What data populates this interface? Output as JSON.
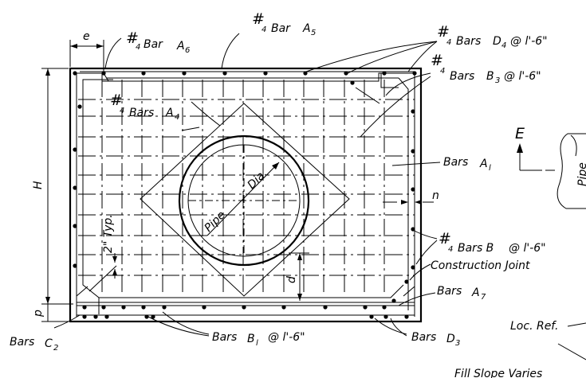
{
  "labels": {
    "bar_a6": {
      "pre": "#",
      "sub": "4",
      "text": "Bar",
      "name": "A",
      "name_sub": "6"
    },
    "bar_a5": {
      "pre": "#",
      "sub": "4",
      "text": "Bar",
      "name": "A",
      "name_sub": "5"
    },
    "bars_d4": {
      "pre": "#",
      "sub": "4",
      "text": "Bars",
      "name": "D",
      "name_sub": "4",
      "spacing": "@ l'-6\""
    },
    "bars_b3": {
      "pre": "#",
      "sub": "4",
      "text": "Bars",
      "name": "B",
      "name_sub": "3",
      "spacing": "@ l'-6\""
    },
    "bars_a4": {
      "pre": "#",
      "sub": "4",
      "text": "Bars",
      "name": "A",
      "name_sub": "4"
    },
    "bars_a1": {
      "text": "Bars",
      "name": "A",
      "name_sub": "l"
    },
    "bars_b": {
      "pre": "#",
      "sub": "4",
      "text": "Bars B",
      "spacing": "@ l'-6\""
    },
    "construction_joint": "Construction Joint",
    "bars_a7": {
      "text": "Bars",
      "name": "A",
      "name_sub": "7"
    },
    "bars_c2": {
      "text": "Bars",
      "name": "C",
      "name_sub": "2"
    },
    "bars_b1": {
      "text": "Bars",
      "name": "B",
      "name_sub": "l",
      "spacing": "@ l'-6\""
    },
    "bars_d3": {
      "text": "Bars",
      "name": "D",
      "name_sub": "3"
    },
    "pipe": "Pipe",
    "dia": "Dia.",
    "pipe_side": "Pipe",
    "dim_e": "e",
    "dim_h": "H",
    "dim_n": "n",
    "dim_d": "d",
    "dim_p": "p",
    "typ": "2\" Typ.",
    "section_e": "E",
    "loc_ref": "Loc. Ref.",
    "fill_slope": "Fill Slope Varies"
  }
}
